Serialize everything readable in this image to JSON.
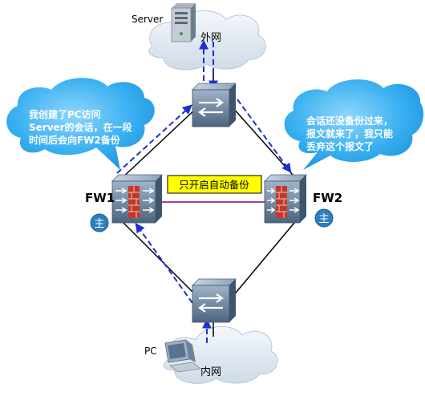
{
  "labels": {
    "server": "Server",
    "external_net": "外网",
    "pc": "PC",
    "internal_net": "内网",
    "fw1": "FW1",
    "fw2": "FW2",
    "master_badge": "主",
    "backup_mode": "只开启自动备份"
  },
  "bubbles": {
    "left": [
      "我创建了PC访问",
      "Server的会话，在一段",
      "时间后会向FW2备份"
    ],
    "right": [
      "会话还没备份过来，",
      "报文就来了，我只能",
      "丢弃这个报文了"
    ]
  },
  "colors": {
    "bubble_text": "#ffffff",
    "cloud_light": "#e9f1f8",
    "cloud_blue": "#2aa6e8",
    "path_arrow": "#1b2fd6",
    "heartbeat_line": "#800080",
    "label_box_fill": "#ffff00",
    "device_blue": "#5d7590",
    "badge_blue": "#2b7fc0"
  },
  "icons": [
    "server-icon",
    "pc-icon",
    "switch-icon",
    "firewall-icon",
    "cloud-icon"
  ]
}
